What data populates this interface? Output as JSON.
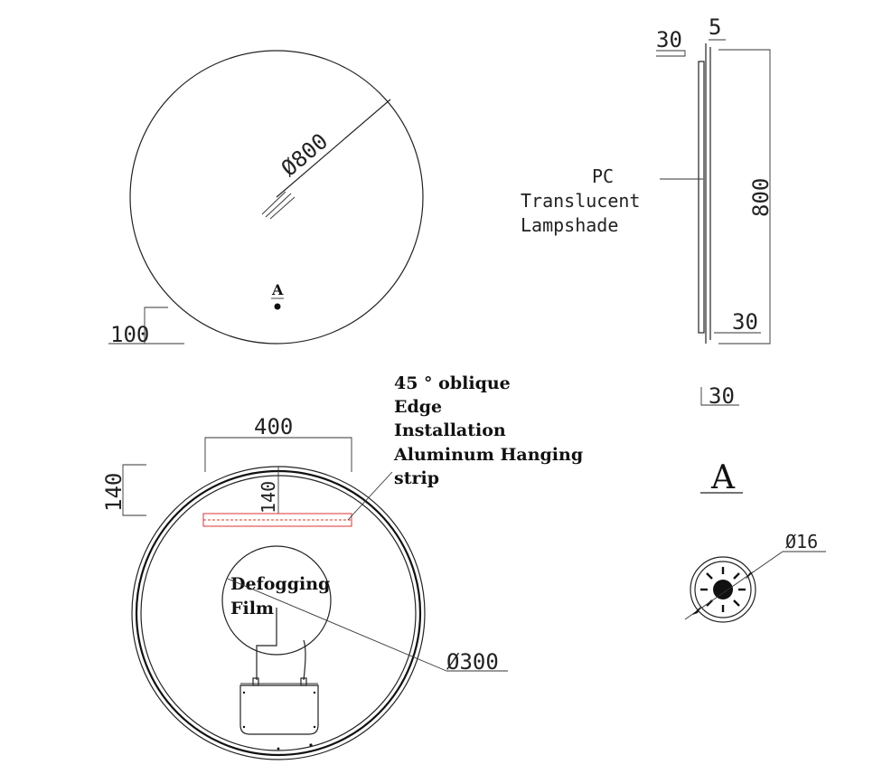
{
  "front_view": {
    "diameter_label": "Ø800",
    "bottom_offset_label": "100",
    "marker_label": "A"
  },
  "side_view": {
    "top_dim_left": "30",
    "top_dim_right": "5",
    "height_label": "800",
    "bottom_dim": "30",
    "lampshade_lines": [
      "PC",
      "Translucent",
      "Lampshade"
    ],
    "depth_label": "30"
  },
  "back_view": {
    "strip_width_label": "400",
    "strip_offset_label": "140",
    "strip_offset_inner_label": "140",
    "hanging_note_lines": [
      "45 °  oblique",
      "Edge",
      "Installation",
      "Aluminum Hanging",
      "strip"
    ],
    "film_lines": [
      "Defogging",
      "Film"
    ],
    "film_diameter_label": "Ø300"
  },
  "detail_view": {
    "title": "A",
    "diameter_label": "Ø16"
  }
}
